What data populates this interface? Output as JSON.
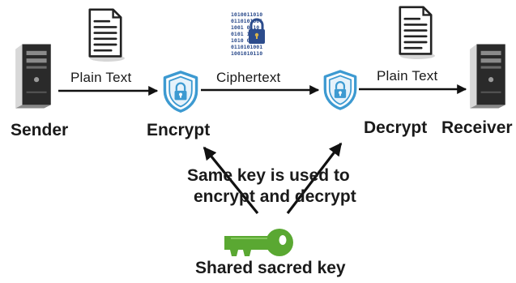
{
  "labels": {
    "plain_text_left": "Plain Text",
    "ciphertext": "Ciphertext",
    "plain_text_right": "Plain Text",
    "sender": "Sender",
    "encrypt": "Encrypt",
    "decrypt": "Decrypt",
    "receiver": "Receiver",
    "key_note_line1": "Same key is used to",
    "key_note_line2": "encrypt and decrypt",
    "shared_key": "Shared sacred key"
  },
  "icons": {
    "sender": "server-tower-icon",
    "receiver": "server-tower-icon",
    "plain_document": "document-icon",
    "cipher_document": "binary-lock-icon",
    "encrypt": "shield-lock-icon",
    "decrypt": "shield-lock-icon",
    "key": "key-icon"
  },
  "colors": {
    "shield": "#3d9ad1",
    "key": "#5aa832",
    "lock": "#2c4c8c",
    "text": "#1a1a1a"
  }
}
